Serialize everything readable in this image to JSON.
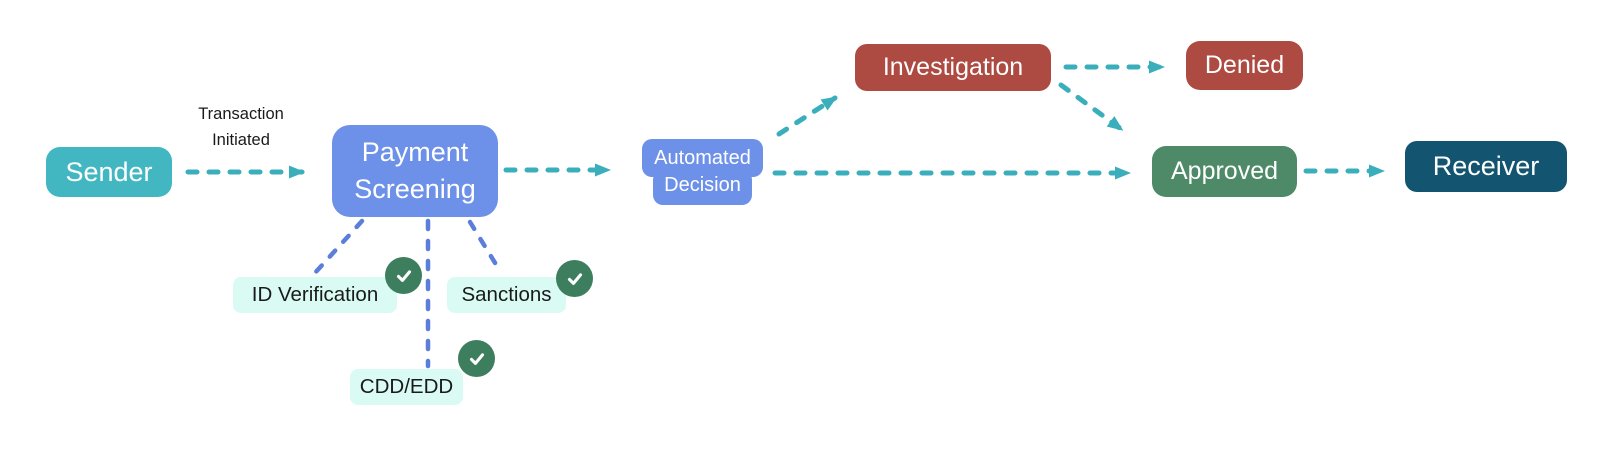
{
  "canvas": {
    "background": "#FFFFFF"
  },
  "nodes": {
    "sender": {
      "label": "Sender",
      "color": "#43B7C1",
      "text_color": "#FFFFFF"
    },
    "payment_screening": {
      "line1": "Payment",
      "line2": "Screening",
      "color": "#6D90E8",
      "text_color": "#FFFFFF"
    },
    "automated_decision": {
      "line1": "Automated",
      "line2": "Decision",
      "color": "#6D90E8",
      "text_color": "#FFFFFF"
    },
    "investigation": {
      "label": "Investigation",
      "color": "#AD4A42",
      "text_color": "#FFFFFF"
    },
    "denied": {
      "label": "Denied",
      "color": "#AD4A42",
      "text_color": "#FFFFFF"
    },
    "approved": {
      "label": "Approved",
      "color": "#4E8A67",
      "text_color": "#FFFFFF"
    },
    "receiver": {
      "label": "Receiver",
      "color": "#135570",
      "text_color": "#FFFFFF"
    }
  },
  "edge_label": {
    "line1": "Transaction",
    "line2": "Initiated",
    "color": "#1A1A1A"
  },
  "checks": {
    "id_verification": {
      "label": "ID Verification",
      "icon": "check-icon"
    },
    "sanctions": {
      "label": "Sanctions",
      "icon": "check-icon"
    },
    "cdd_edd": {
      "label": "CDD/EDD",
      "icon": "check-icon"
    },
    "chip_color": "#D9FBF3",
    "chip_text_color": "#1A1A1A",
    "badge_color": "#3C7E5D"
  },
  "edges": {
    "arrow_color": "#3BAEBC",
    "screening_branch_color": "#5C7EDB"
  }
}
